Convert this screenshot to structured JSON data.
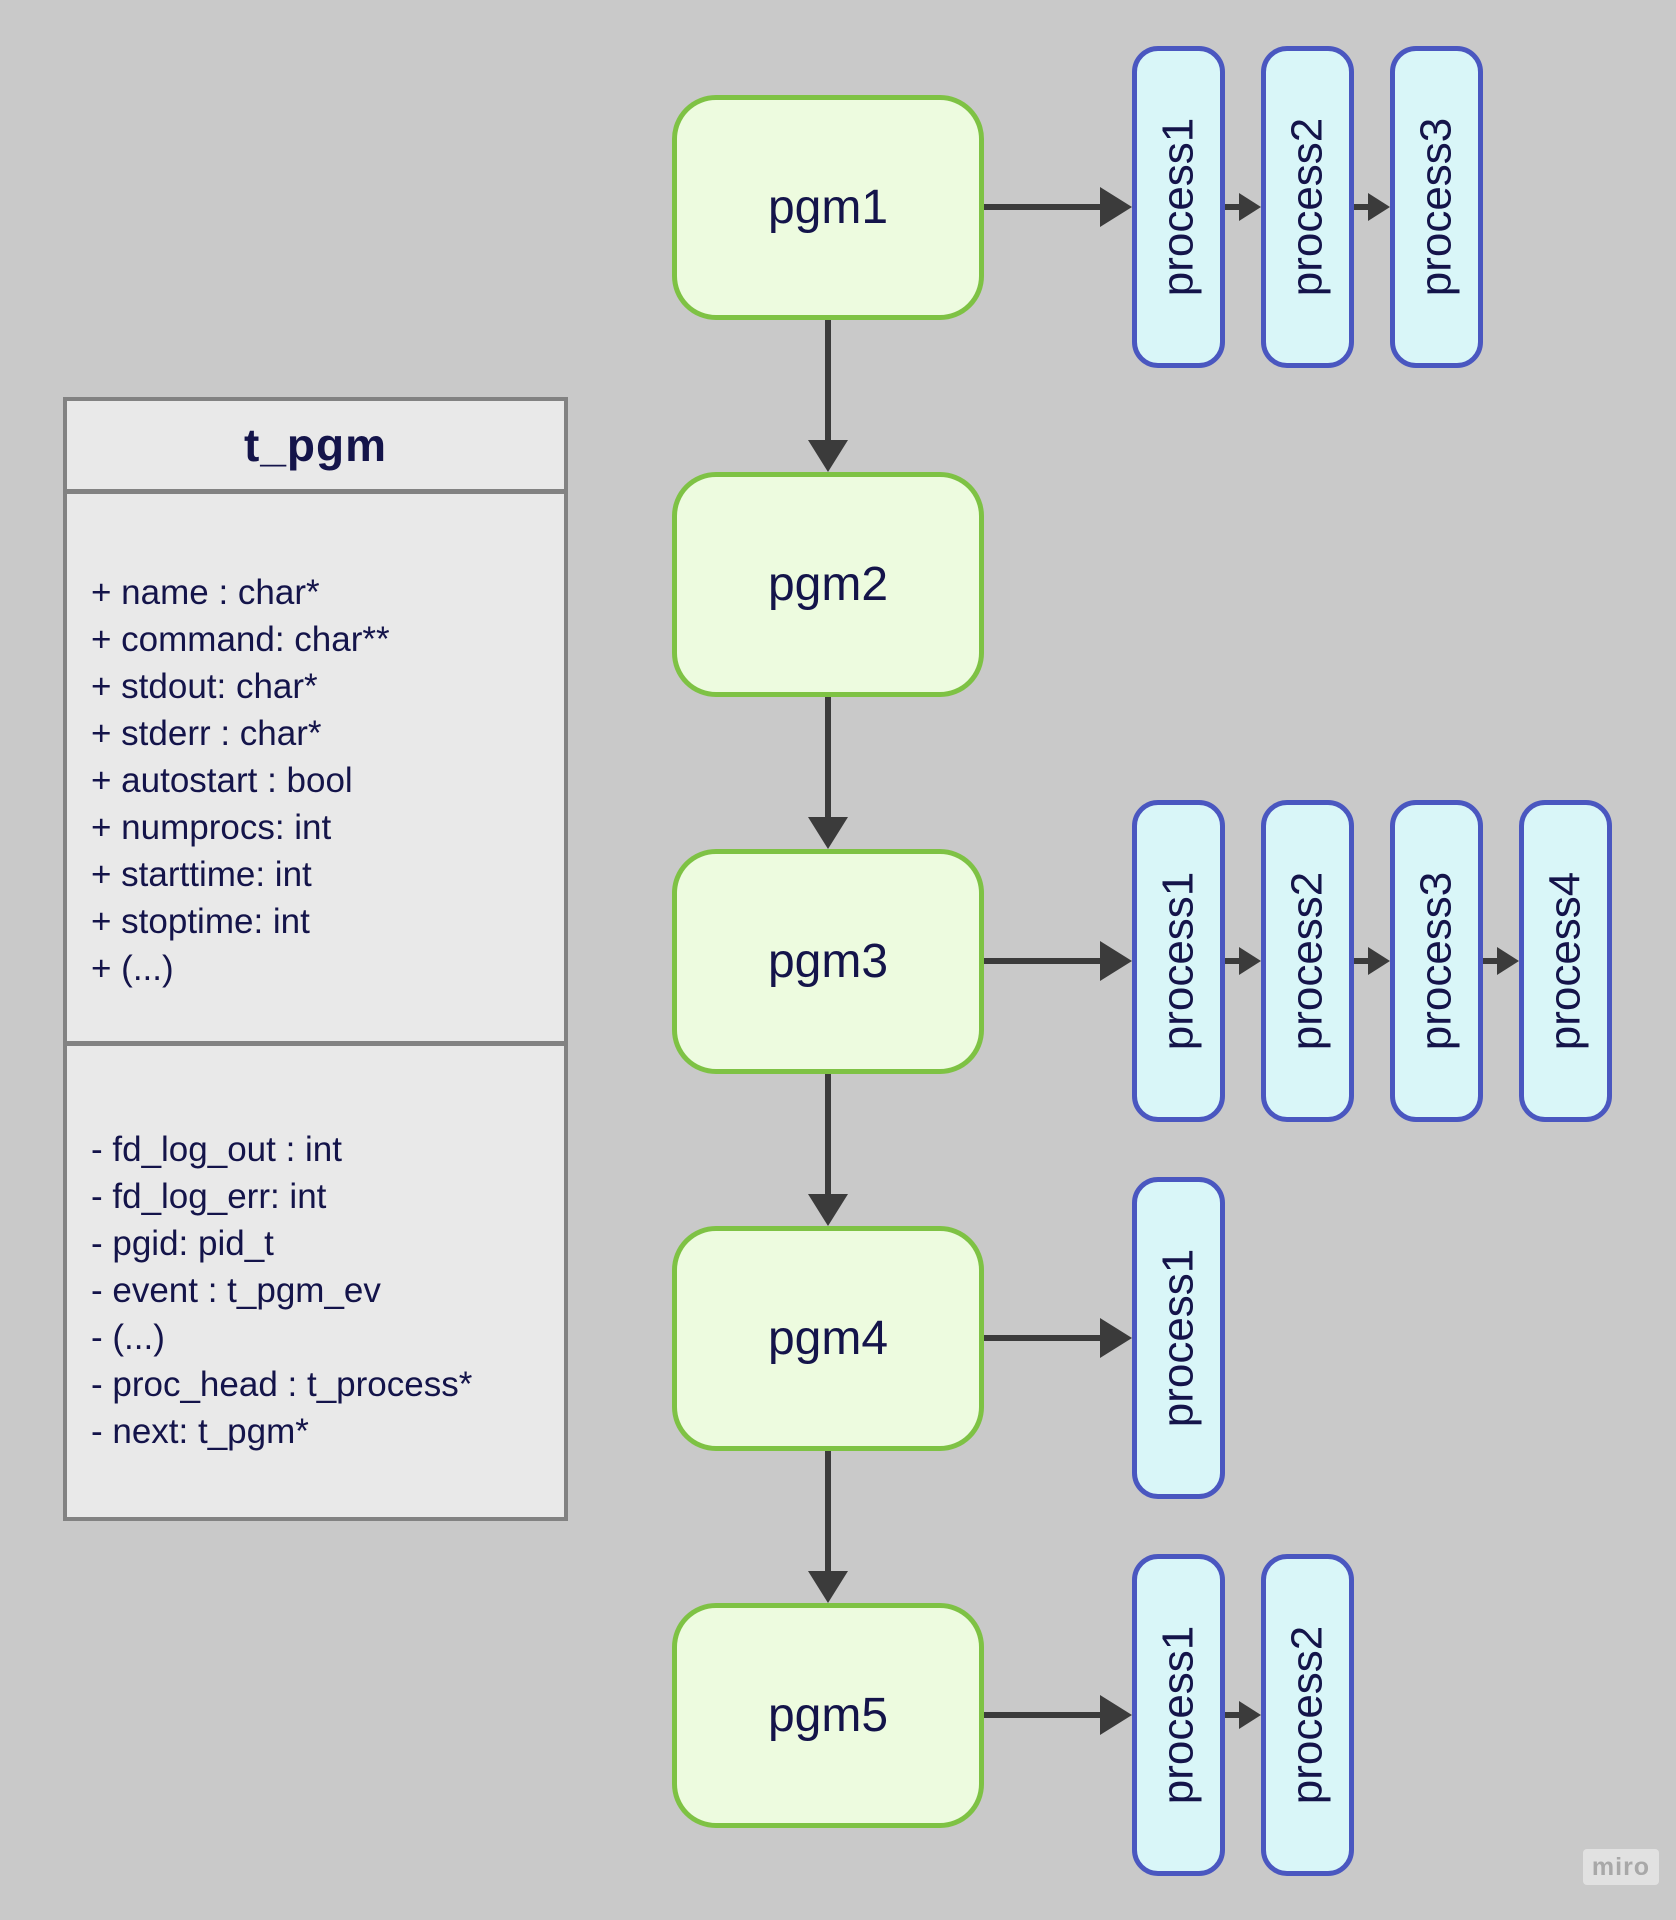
{
  "theme": {
    "bg": "#c9c9c9",
    "text": "#14144a",
    "class_fill": "#e9e9e9",
    "class_border": "#828282",
    "pgm_fill": "#edfbdf",
    "pgm_border": "#7ec244",
    "process_fill": "#d9f6f8",
    "process_border": "#4a57c0",
    "arrow": "#3b3b3b",
    "watermark_text": "#a8a8a8"
  },
  "class_box": {
    "title": "t_pgm",
    "public_fields": [
      "+ name : char*",
      "+ command: char**",
      "+ stdout: char*",
      "+ stderr : char*",
      "+ autostart : bool",
      "+ numprocs: int",
      "+ starttime: int",
      "+ stoptime: int",
      "+ (...)"
    ],
    "private_fields": [
      "- fd_log_out : int",
      "- fd_log_err: int",
      "- pgid: pid_t",
      "- event : t_pgm_ev",
      "- (...)",
      "- proc_head : t_process*",
      "- next: t_pgm*"
    ]
  },
  "pgm_chain": [
    {
      "label": "pgm1",
      "processes": [
        "process1",
        "process2",
        "process3"
      ]
    },
    {
      "label": "pgm2",
      "processes": []
    },
    {
      "label": "pgm3",
      "processes": [
        "process1",
        "process2",
        "process3",
        "process4"
      ]
    },
    {
      "label": "pgm4",
      "processes": [
        "process1"
      ]
    },
    {
      "label": "pgm5",
      "processes": [
        "process1",
        "process2"
      ]
    }
  ],
  "watermark": {
    "label": "miro"
  }
}
